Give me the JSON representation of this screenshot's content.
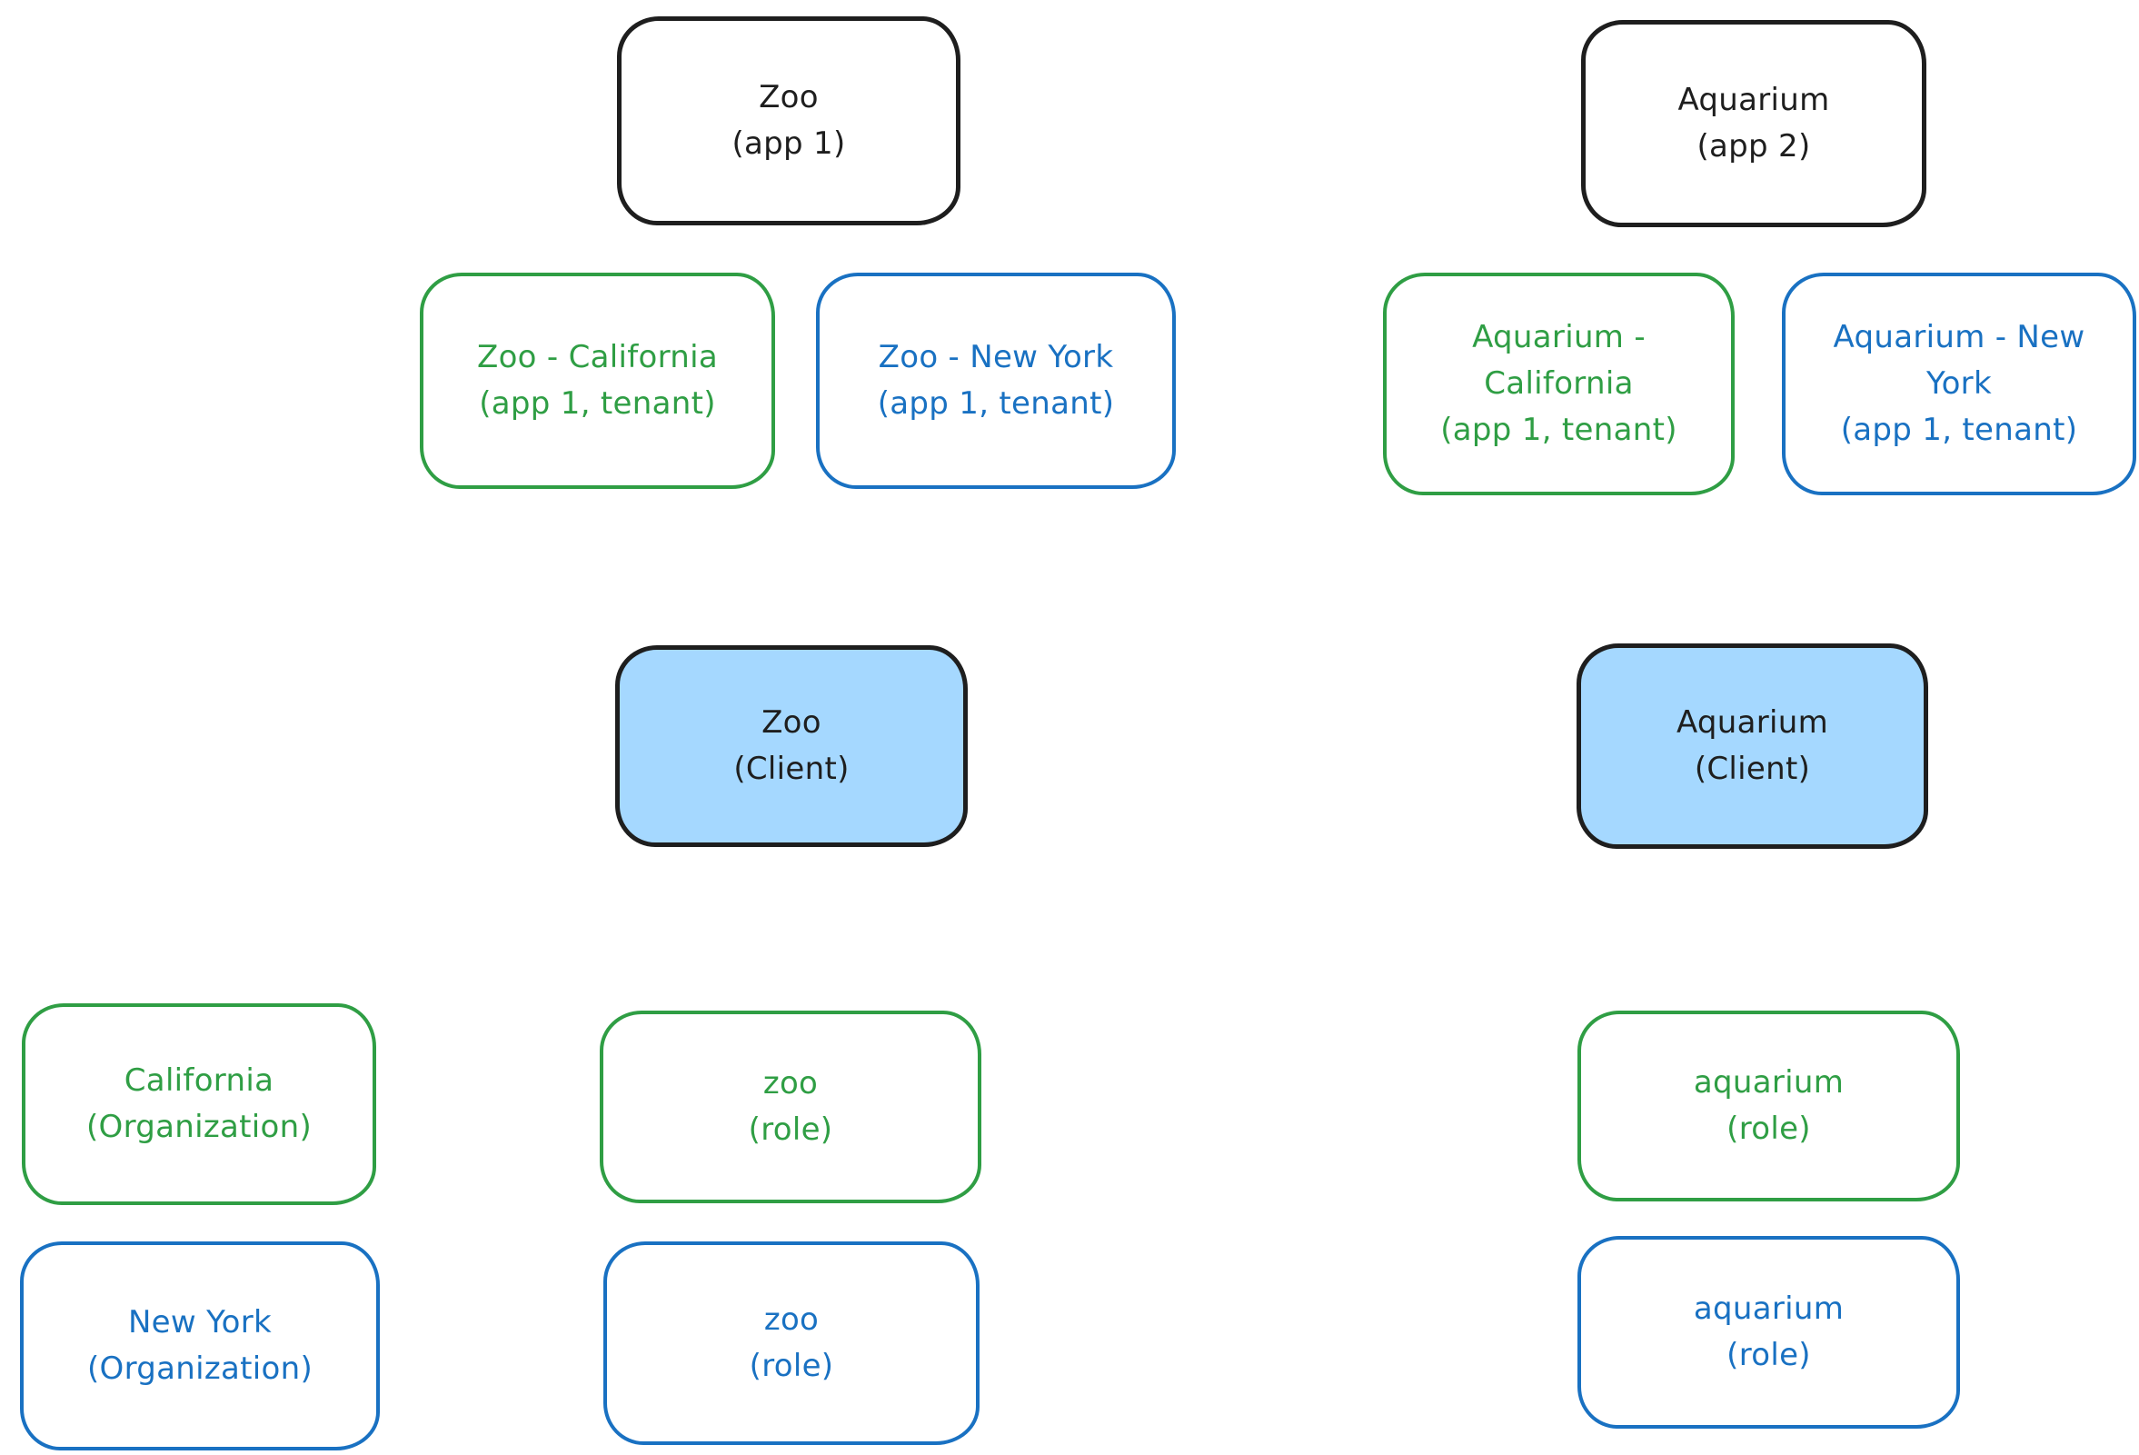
{
  "palette": {
    "stroke_black": "#1e1e1e",
    "stroke_green": "#2f9e44",
    "stroke_blue": "#1971c2",
    "client_fill_light_blue": "#a5d8ff",
    "background": "#ffffff"
  },
  "diagram": {
    "nodes": [
      {
        "id": "zoo-app1",
        "label": "Zoo\n(app 1)",
        "stroke": "black",
        "fill": "none"
      },
      {
        "id": "aquarium-app2",
        "label": "Aquarium\n(app 2)",
        "stroke": "black",
        "fill": "none"
      },
      {
        "id": "zoo-california",
        "label": "Zoo - California\n(app 1, tenant)",
        "stroke": "green",
        "fill": "none"
      },
      {
        "id": "zoo-newyork",
        "label": "Zoo - New York\n(app 1, tenant)",
        "stroke": "blue",
        "fill": "none"
      },
      {
        "id": "aquarium-california",
        "label": "Aquarium -\nCalifornia\n(app 1, tenant)",
        "stroke": "green",
        "fill": "none"
      },
      {
        "id": "aquarium-newyork",
        "label": "Aquarium - New\nYork\n(app 1, tenant)",
        "stroke": "blue",
        "fill": "none"
      },
      {
        "id": "zoo-client",
        "label": "Zoo\n(Client)",
        "stroke": "black",
        "fill": "light-blue"
      },
      {
        "id": "aquarium-client",
        "label": "Aquarium\n(Client)",
        "stroke": "black",
        "fill": "light-blue"
      },
      {
        "id": "california-org",
        "label": "California\n(Organization)",
        "stroke": "green",
        "fill": "none"
      },
      {
        "id": "zoo-role-green",
        "label": "zoo\n(role)",
        "stroke": "green",
        "fill": "none"
      },
      {
        "id": "aquarium-role-green",
        "label": "aquarium\n(role)",
        "stroke": "green",
        "fill": "none"
      },
      {
        "id": "newyork-org",
        "label": "New York\n(Organization)",
        "stroke": "blue",
        "fill": "none"
      },
      {
        "id": "zoo-role-blue",
        "label": "zoo\n(role)",
        "stroke": "blue",
        "fill": "none"
      },
      {
        "id": "aquarium-role-blue",
        "label": "aquarium\n(role)",
        "stroke": "blue",
        "fill": "none"
      }
    ]
  }
}
